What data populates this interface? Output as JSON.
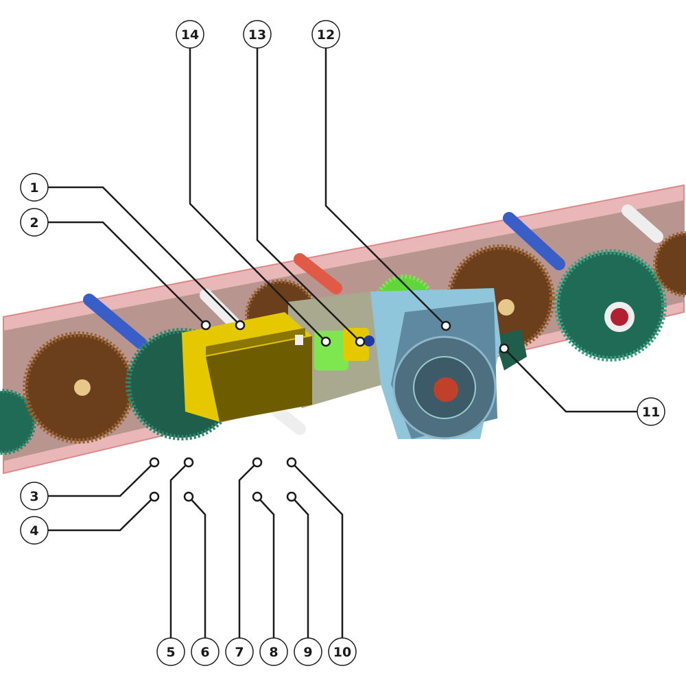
{
  "diagram": {
    "callouts": [
      "1",
      "2",
      "3",
      "4",
      "5",
      "6",
      "7",
      "8",
      "9",
      "10",
      "11",
      "12",
      "13",
      "14"
    ]
  },
  "colors": {
    "band": "#e8b4b4",
    "band_inner": "#b08f8a",
    "brown_gear": "#7a4a22",
    "green_gear": "#2e8a6c",
    "motor": "#e6c800",
    "gearbox": "#8fc6dc",
    "flange": "#4d6f80",
    "leader": "#1a1a1a"
  }
}
